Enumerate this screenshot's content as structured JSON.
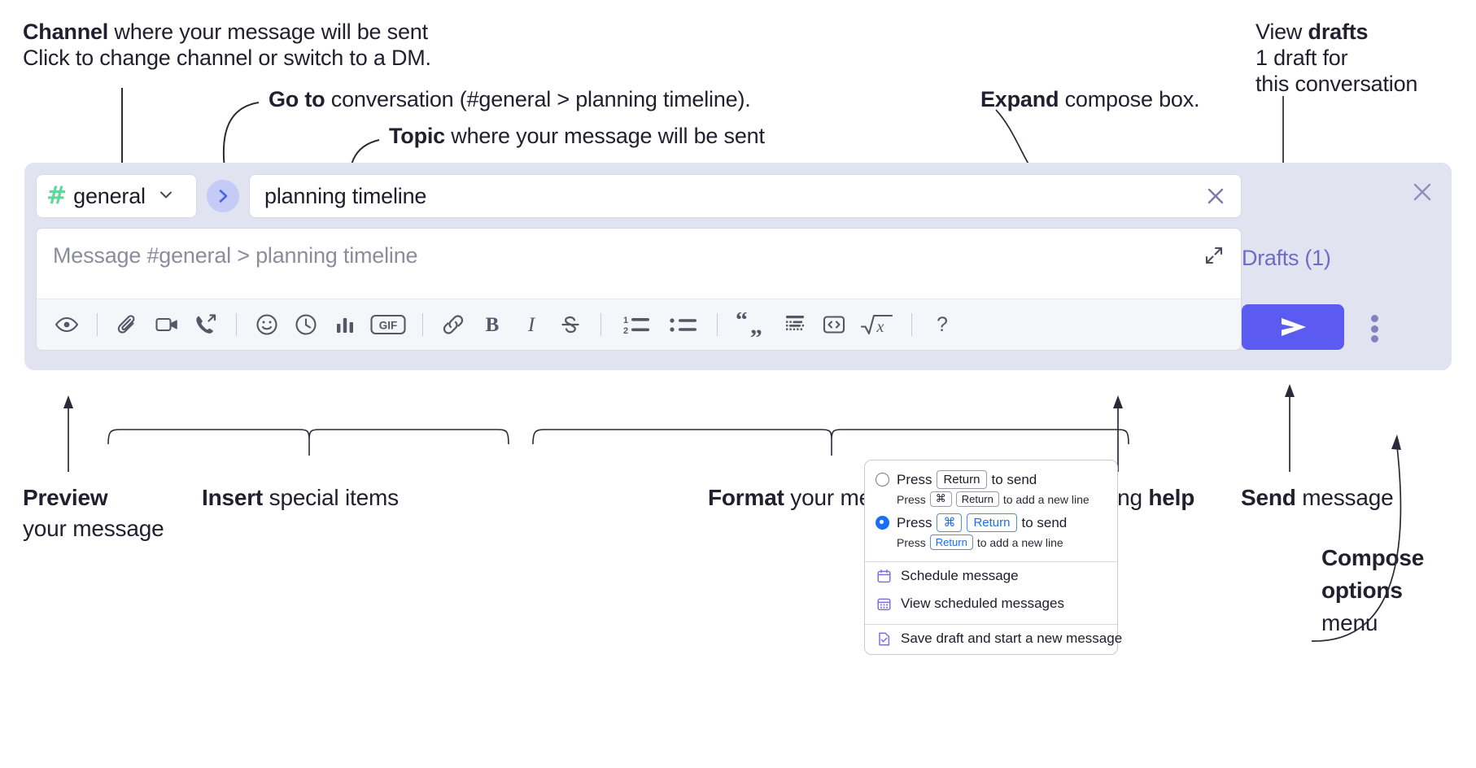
{
  "annotations": {
    "channel": {
      "bold": "Channel",
      "rest": " where your message will be sent",
      "sub": "Click to change channel or switch to a DM."
    },
    "goto": {
      "bold": "Go to",
      "rest": " conversation (#general > planning timeline)."
    },
    "topic": {
      "bold": "Topic",
      "rest": " where your message will be sent"
    },
    "expand": {
      "bold": "Expand",
      "rest": " compose box."
    },
    "drafts": {
      "rest": "View ",
      "bold": "drafts",
      "sub1": "1 draft for",
      "sub2": "this conversation"
    },
    "preview": {
      "bold": "Preview",
      "sub": "your message"
    },
    "insert": {
      "bold": "Insert",
      "rest": " special items"
    },
    "format": {
      "bold": "Format",
      "rest": " your message"
    },
    "help": {
      "rest": "Formatting ",
      "bold": "help"
    },
    "send": {
      "bold": "Send",
      "rest": " message"
    },
    "compose_options": {
      "l1": "Compose",
      "l2": "options",
      "l3": "menu"
    }
  },
  "compose": {
    "channel": {
      "hash": "#",
      "name": "general",
      "chevron": "chevron-down"
    },
    "goto_label": "go-to-conversation",
    "topic": {
      "value": "planning timeline",
      "clear": "close-icon"
    },
    "message": {
      "placeholder": "Message #general > planning timeline"
    },
    "expand_label": "expand-compose",
    "close_label": "close-compose",
    "drafts_link": "Drafts (1)",
    "send_label": "send-message",
    "kebab_label": "compose-options",
    "toolbar_groups": [
      {
        "name": "preview",
        "items": [
          {
            "name": "preview-icon",
            "glyph": "eye"
          }
        ]
      },
      {
        "name": "insert",
        "items": [
          {
            "name": "attachment-icon",
            "glyph": "paperclip"
          },
          {
            "name": "video-clip-icon",
            "glyph": "video"
          },
          {
            "name": "audio-clip-icon",
            "glyph": "phone-arrow"
          }
        ]
      },
      {
        "name": "insert-2",
        "items": [
          {
            "name": "emoji-icon",
            "glyph": "smiley"
          },
          {
            "name": "mention-later-icon",
            "glyph": "clock"
          },
          {
            "name": "poll-icon",
            "glyph": "bar-chart"
          },
          {
            "name": "gif-icon",
            "glyph": "GIF"
          }
        ]
      },
      {
        "name": "format",
        "items": [
          {
            "name": "link-icon",
            "glyph": "link"
          },
          {
            "name": "bold-icon",
            "glyph": "B"
          },
          {
            "name": "italic-icon",
            "glyph": "I"
          },
          {
            "name": "strikethrough-icon",
            "glyph": "S"
          }
        ]
      },
      {
        "name": "lists",
        "items": [
          {
            "name": "ordered-list-icon",
            "glyph": "ordered-list"
          },
          {
            "name": "bulleted-list-icon",
            "glyph": "bulleted-list"
          }
        ]
      },
      {
        "name": "blocks",
        "items": [
          {
            "name": "blockquote-icon",
            "glyph": "quote"
          },
          {
            "name": "code-block-icon",
            "glyph": "code-block"
          },
          {
            "name": "inline-code-icon",
            "glyph": "code"
          },
          {
            "name": "math-icon",
            "glyph": "sqrt-x"
          }
        ]
      },
      {
        "name": "help",
        "items": [
          {
            "name": "formatting-help-icon",
            "glyph": "?"
          }
        ]
      }
    ]
  },
  "menu": {
    "options": [
      {
        "selected": false,
        "line": {
          "pre": "Press",
          "key": "Return",
          "post": "to send"
        },
        "sub": {
          "pre": "Press",
          "key1": "⌘",
          "key2": "Return",
          "post": "to add a new line"
        }
      },
      {
        "selected": true,
        "line": {
          "pre": "Press",
          "key1": "⌘",
          "key2": "Return",
          "post": "to send"
        },
        "sub": {
          "pre": "Press",
          "key": "Return",
          "post": "to add a new line"
        }
      }
    ],
    "items": [
      {
        "icon": "calendar-clock-icon",
        "label": "Schedule message"
      },
      {
        "icon": "calendar-grid-icon",
        "label": "View scheduled messages"
      },
      {
        "icon": "save-draft-icon",
        "label": "Save draft and start a new message"
      }
    ]
  },
  "colors": {
    "compose_bg": "#e2e3f1",
    "send_button": "#5b5bf2",
    "hash_green": "#63d69a",
    "drafts_purple": "#6e6cc4",
    "accent_blue": "#1a6ff5",
    "menu_icon_purple": "#7b72d8"
  }
}
